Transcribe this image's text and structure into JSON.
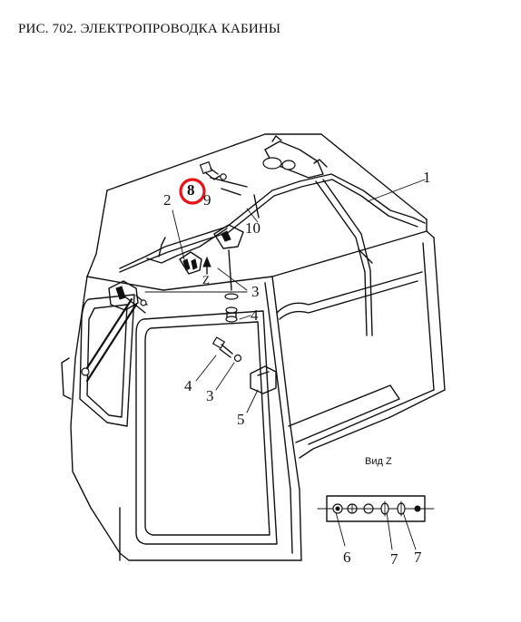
{
  "title": "РИС. 702. ЭЛЕКТРОПРОВОДКА КАБИНЫ",
  "view_label": "Вид Z",
  "z_marker": "Z",
  "highlight_color": "#e8141b",
  "callouts": [
    {
      "id": "c1",
      "text": "1"
    },
    {
      "id": "c2",
      "text": "2"
    },
    {
      "id": "c8",
      "text": "8",
      "highlighted": true
    },
    {
      "id": "c9",
      "text": "9"
    },
    {
      "id": "c10",
      "text": "10"
    },
    {
      "id": "c3a",
      "text": "3"
    },
    {
      "id": "c4a",
      "text": "4"
    },
    {
      "id": "c4b",
      "text": "4"
    },
    {
      "id": "c3b",
      "text": "3"
    },
    {
      "id": "c5",
      "text": "5"
    },
    {
      "id": "c6",
      "text": "6"
    },
    {
      "id": "c7a",
      "text": "7"
    },
    {
      "id": "c7b",
      "text": "7"
    }
  ]
}
